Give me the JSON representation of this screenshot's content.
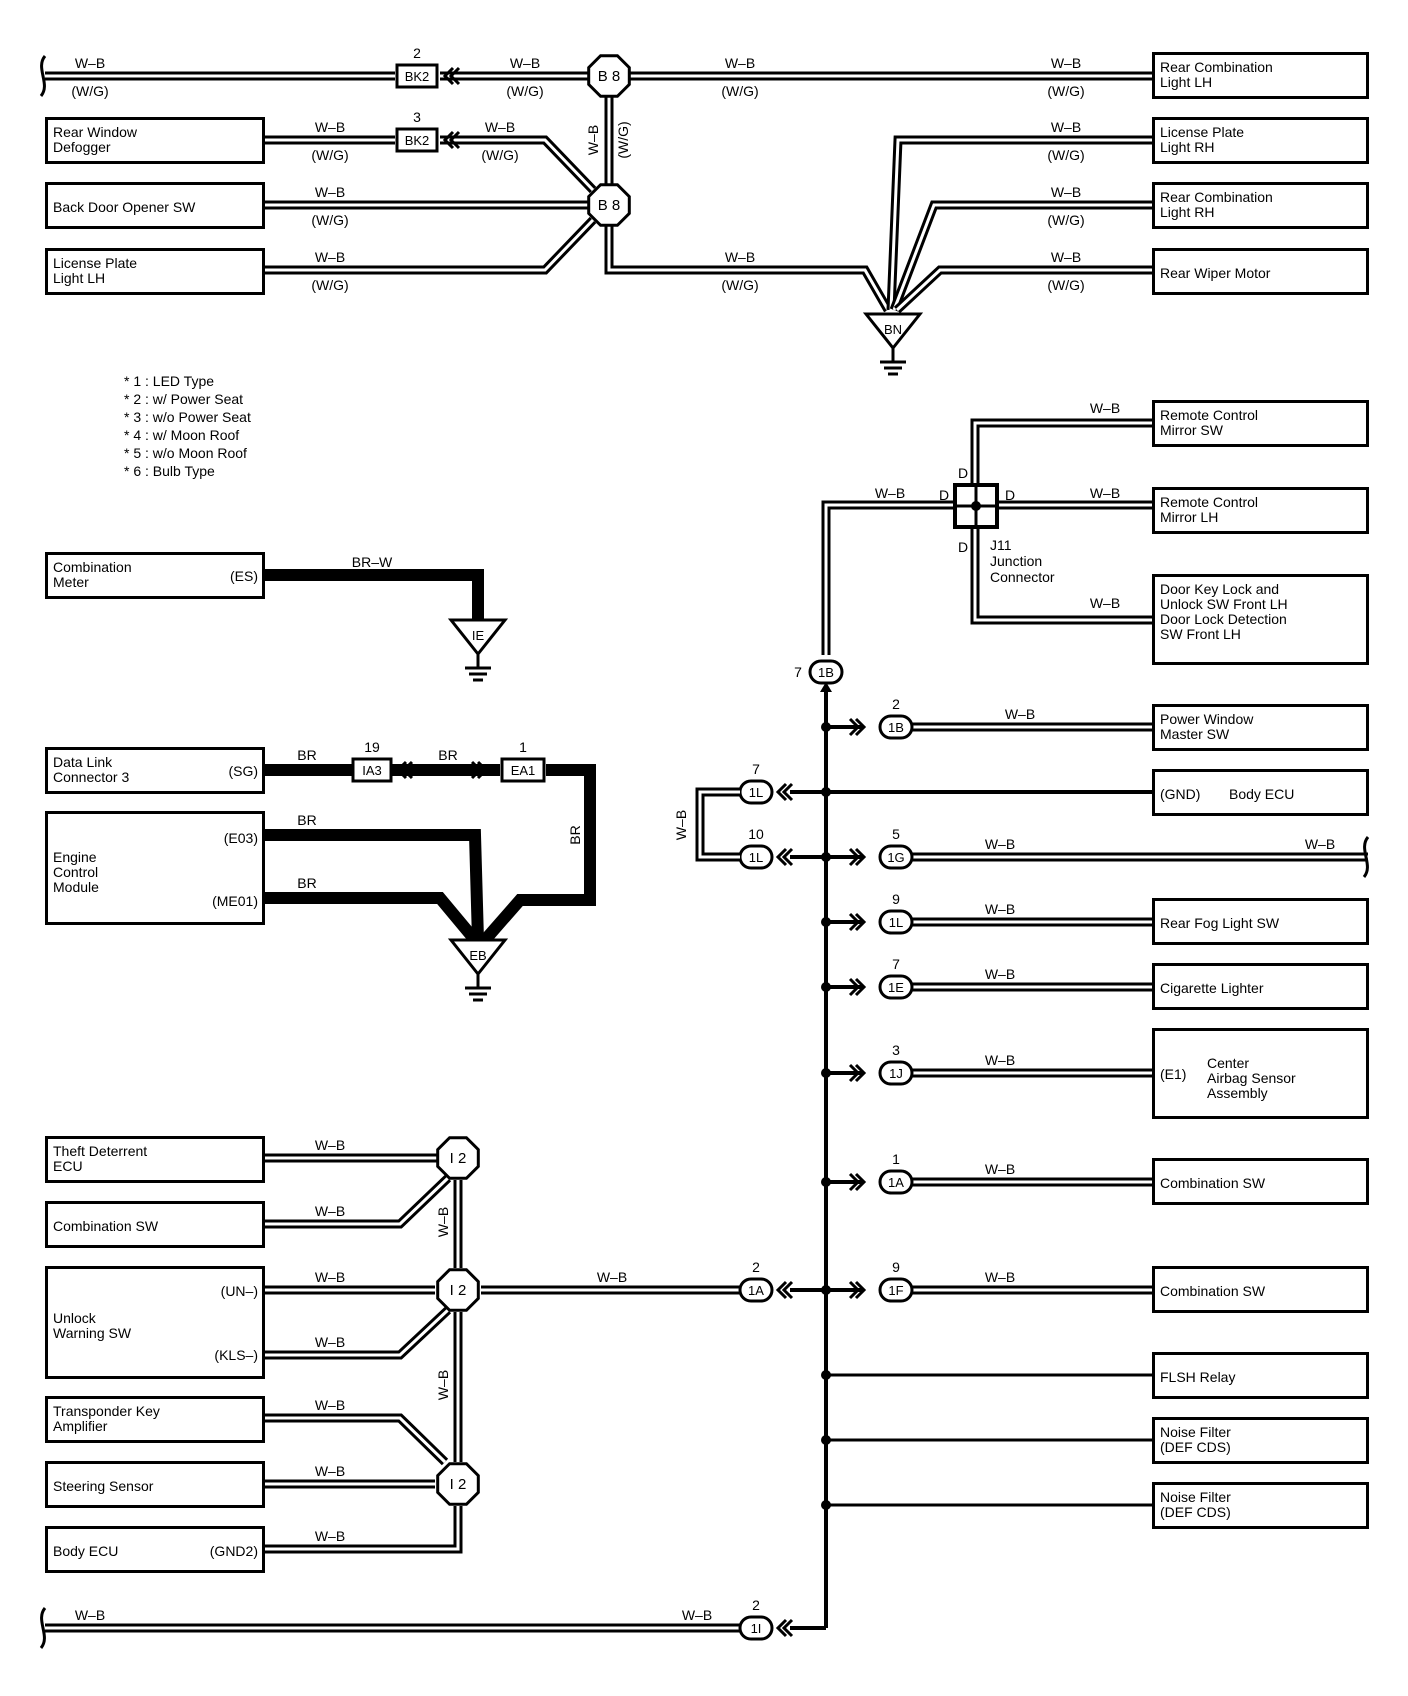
{
  "components": {
    "rear_combination_light_lh": "Rear Combination\nLight LH",
    "rear_window_defogger": "Rear Window\nDefogger",
    "license_plate_light_rh": "License Plate\nLight RH",
    "back_door_opener_sw": "Back Door Opener SW",
    "rear_combination_light_rh": "Rear Combination\nLight RH",
    "license_plate_light_lh": "License Plate\nLight LH",
    "rear_wiper_motor": "Rear Wiper Motor",
    "remote_control_mirror_sw": "Remote Control\nMirror SW",
    "remote_control_mirror_lh": "Remote Control\nMirror LH",
    "door_key_lock_sw": "Door Key Lock and\nUnlock SW Front LH\nDoor Lock Detection\nSW Front LH",
    "combination_meter": "Combination\nMeter",
    "power_window_master_sw": "Power Window\nMaster SW",
    "data_link_connector_3": "Data Link\nConnector 3",
    "body_ecu_right": "Body ECU",
    "engine_control_module": "Engine\nControl\nModule",
    "rear_fog_light_sw": "Rear Fog Light SW",
    "cigarette_lighter": "Cigarette Lighter",
    "center_airbag_sensor": "Center\nAirbag Sensor\nAssembly",
    "theft_deterrent_ecu": "Theft Deterrent\nECU",
    "combination_sw_1": "Combination SW",
    "combination_sw_left": "Combination SW",
    "unlock_warning_sw": "Unlock\nWarning SW",
    "combination_sw_2": "Combination SW",
    "flsh_relay": "FLSH Relay",
    "transponder_key_amplifier": "Transponder Key\nAmplifier",
    "noise_filter_1": "Noise Filter\n(DEF CDS)",
    "steering_sensor": "Steering Sensor",
    "noise_filter_2": "Noise Filter\n(DEF CDS)",
    "body_ecu_left": "Body ECU"
  },
  "pins": {
    "combination_meter_es": "(ES)",
    "dlc3_sg": "(SG)",
    "ecm_e03": "(E03)",
    "ecm_me01": "(ME01)",
    "body_ecu_gnd": "(GND)",
    "airbag_e1": "(E1)",
    "unlock_un": "(UN–)",
    "unlock_kls": "(KLS–)",
    "body_ecu_gnd2": "(GND2)"
  },
  "wires": {
    "wb": "W–B",
    "wg": "(W/G)",
    "br": "BR",
    "brw": "BR–W"
  },
  "connectors": {
    "bk2": "BK2",
    "ia3": "IA3",
    "ea1": "EA1",
    "c1b": "1B",
    "c1l": "1L",
    "c1g": "1G",
    "c1e": "1E",
    "c1j": "1J",
    "c1a": "1A",
    "c1f": "1F",
    "c1i": "1I"
  },
  "junctions": {
    "b8": "B 8",
    "i2": "I 2",
    "j11_d": "D",
    "j11_label": "J11\nJunction\nConnector"
  },
  "grounds": {
    "bn": "BN",
    "ie": "IE",
    "eb": "EB"
  },
  "pin_numbers": {
    "bk2_top": "2",
    "bk2_mid": "3",
    "ia3": "19",
    "ea1": "1",
    "c1b_v": "7",
    "c1b_h": "2",
    "c1l_top": "7",
    "c1l_bot": "10",
    "c1g": "5",
    "c1l_fog": "9",
    "c1e": "7",
    "c1j": "3",
    "c1a_right": "1",
    "c1a_left": "2",
    "c1f": "9",
    "c1i": "2"
  },
  "legend": [
    "* 1 : LED Type",
    "* 2 : w/ Power Seat",
    "* 3 : w/o Power Seat",
    "* 4 : w/ Moon Roof",
    "* 5 : w/o Moon Roof",
    "* 6 : Bulb Type"
  ]
}
